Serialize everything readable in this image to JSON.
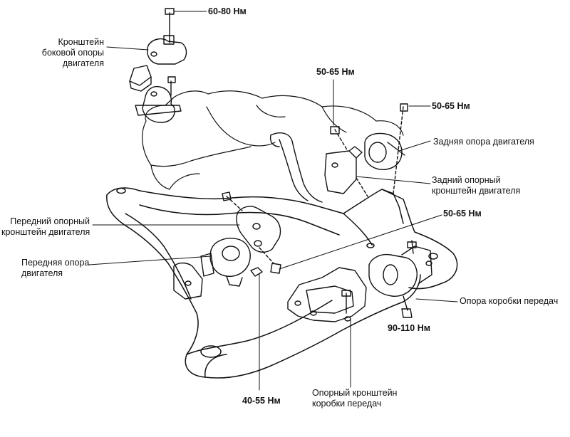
{
  "torques": {
    "top_bolt": "60-80 Нм",
    "rear_bracket_bolt": "50-65 Нм",
    "rear_mount_bolt": "50-65 Нм",
    "front_bracket_bolt": "50-65 Нм",
    "front_mount_bolt": "40-55 Нм",
    "gearbox_mount_bolt": "90-110 Нм"
  },
  "labels": {
    "side_bracket": [
      "Кронштейн",
      "боковой опоры",
      "двигателя"
    ],
    "front_bracket": [
      "Передний опорный",
      "кронштейн двигателя"
    ],
    "front_mount": [
      "Передняя опора",
      "двигателя"
    ],
    "rear_mount": "Задняя опора двигателя",
    "rear_bracket": [
      "Задний опорный",
      "кронштейн двигателя"
    ],
    "gearbox_mount": "Опора коробки передач",
    "gearbox_bracket": [
      "Опорный кронштейн",
      "коробки передач"
    ]
  },
  "colors": {
    "ink": "#111111",
    "paper": "#ffffff"
  }
}
